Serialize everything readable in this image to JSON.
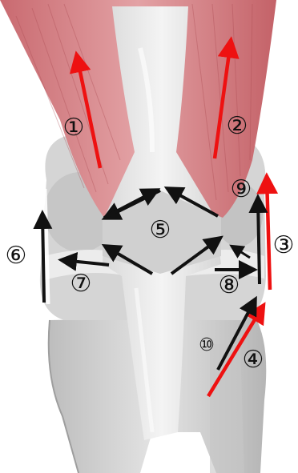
{
  "figure": {
    "labels": {
      "l1": "①",
      "l2": "②",
      "l3": "③",
      "l4": "④",
      "l5": "⑤",
      "l6": "⑥",
      "l7": "⑦",
      "l8": "⑧",
      "l9": "⑨",
      "l10": "⑩"
    },
    "colors": {
      "muscle": "#d98b8f",
      "muscle_dark": "#b9575e",
      "tendon": "#e6e6e6",
      "bone": "#d2d2d2",
      "bone_shadow": "#a9a9a9",
      "arrow_red": "#ee1111",
      "arrow_black": "#111111"
    }
  }
}
